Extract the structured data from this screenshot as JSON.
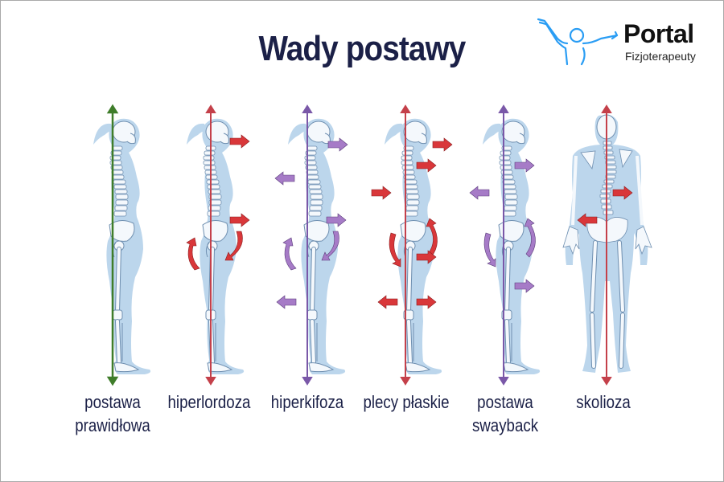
{
  "title": "Wady postawy",
  "logo": {
    "brand": "Portal",
    "subtitle": "Fizjoterapeuty",
    "icon": "person-arms-raised-icon",
    "icon_color": "#2a9df4"
  },
  "colors": {
    "title_text": "#1b2047",
    "body_silhouette": "#bcd6ec",
    "bone_fill": "#f4f8fc",
    "bone_outline": "#6f8fb0",
    "arrow_red": "#d9373a",
    "arrow_purple": "#a67bc7",
    "line_green": "#3f7d2a",
    "line_red": "#c4404a",
    "line_purple": "#7a58a8",
    "frame_border": "#a9a9a9"
  },
  "figures": [
    {
      "id": "normal",
      "label_line1": "postawa",
      "label_line2": "prawidłowa",
      "view": "side",
      "plumb_line_color": "green",
      "arrows": []
    },
    {
      "id": "hyperlordosis",
      "label_line1": "hiperlordoza",
      "label_line2": "",
      "view": "side",
      "plumb_line_color": "red",
      "arrows": [
        "head-forward",
        "abdomen-forward",
        "pelvis-rotate-down-front",
        "buttocks-rotate-up-back"
      ]
    },
    {
      "id": "hyperkyphosis",
      "label_line1": "hiperkifoza",
      "label_line2": "",
      "view": "side",
      "plumb_line_color": "purple",
      "arrows": [
        "head-forward",
        "upper-back-backward",
        "abdomen-forward",
        "pelvis-rotate-down-front",
        "buttocks-rotate-up-back",
        "knee-backward"
      ]
    },
    {
      "id": "flat-back",
      "label_line1": "plecy płaskie",
      "label_line2": "",
      "view": "side",
      "plumb_line_color": "red",
      "arrows": [
        "head-forward",
        "neck-forward",
        "upper-back-forward",
        "lumbar-rotate-up",
        "buttocks-rotate-down",
        "hip-forward",
        "knee-backward",
        "knee-forward"
      ]
    },
    {
      "id": "swayback",
      "label_line1": "postawa",
      "label_line2": "swayback",
      "view": "side",
      "plumb_line_color": "purple",
      "arrows": [
        "neck-forward",
        "upper-back-backward",
        "lumbar-rotate-up",
        "buttocks-rotate-down",
        "thigh-forward"
      ]
    },
    {
      "id": "scoliosis",
      "label_line1": "skolioza",
      "label_line2": "",
      "view": "back",
      "plumb_line_color": "red",
      "arrows": [
        "thorax-right",
        "lumbar-left"
      ]
    }
  ]
}
